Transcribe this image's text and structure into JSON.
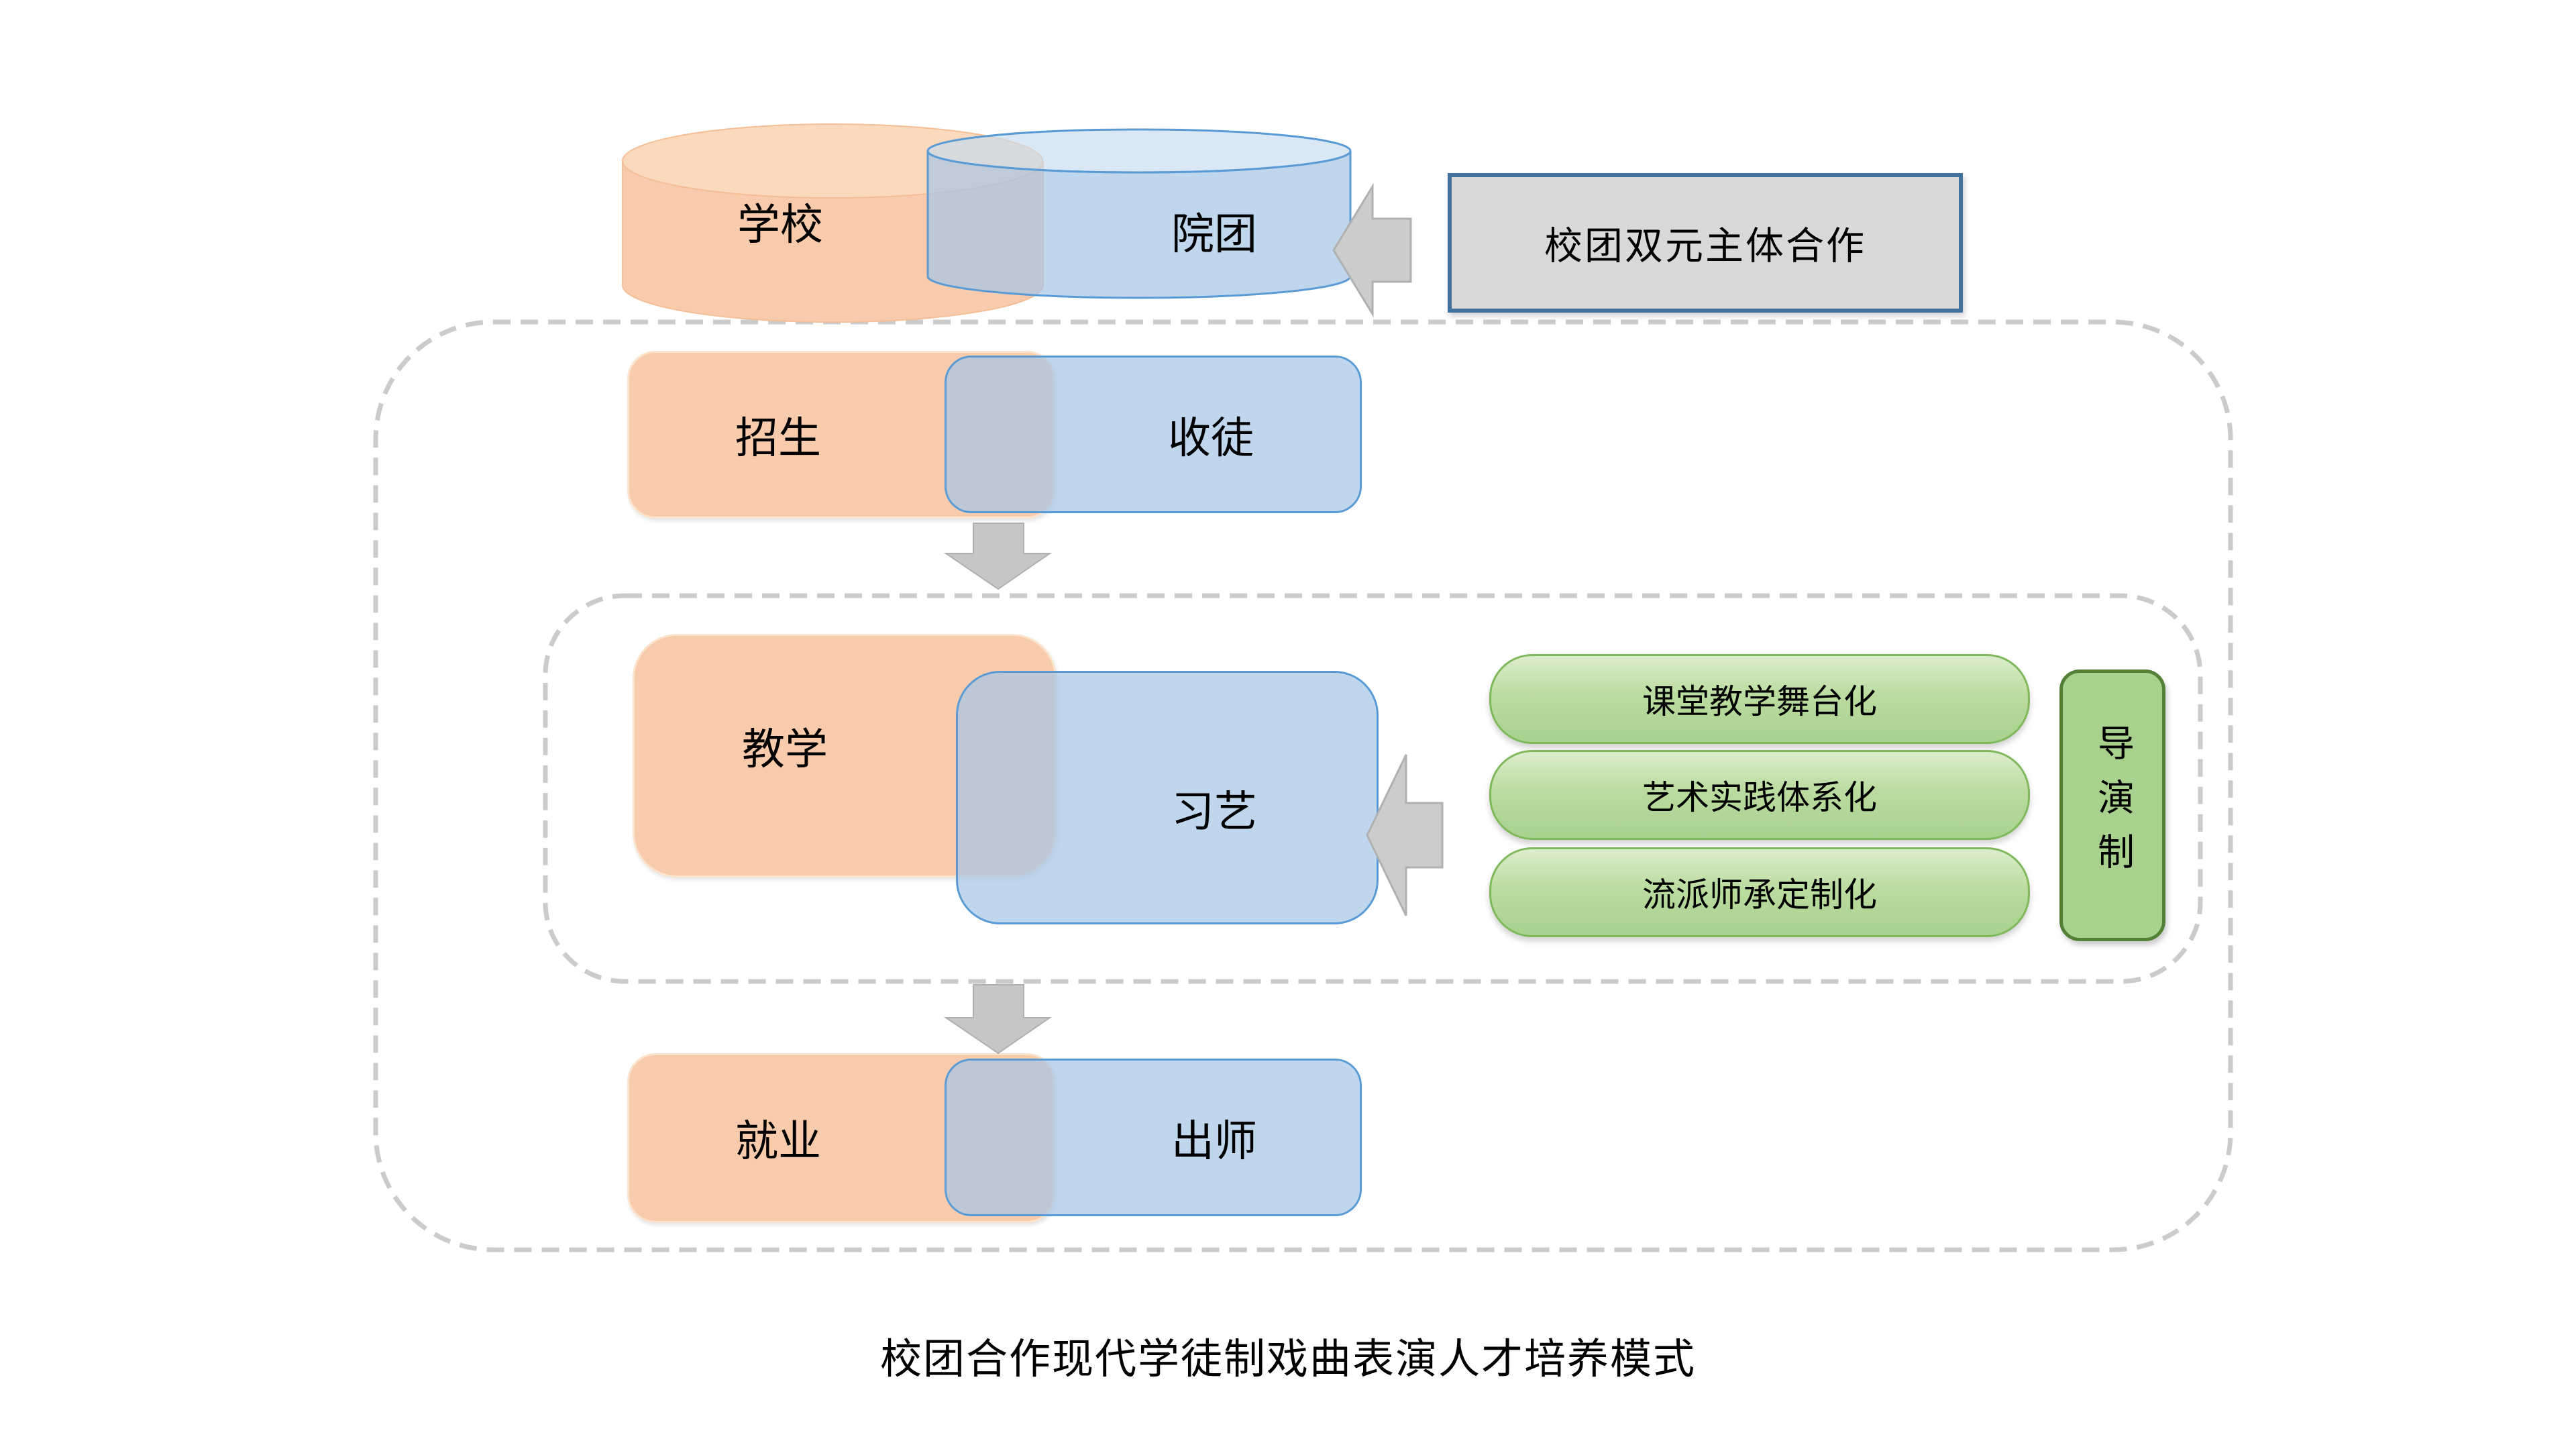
{
  "diagram": {
    "caption": "校团合作现代学徒制戏曲表演人才培养模式",
    "cylinders": {
      "school": "学校",
      "troupe": "院团"
    },
    "cooperation_label": "校团双元主体合作",
    "rows": {
      "recruit": {
        "school": "招生",
        "troupe": "收徒"
      },
      "teach": {
        "school": "教学",
        "troupe": "习艺"
      },
      "employ": {
        "school": "就业",
        "troupe": "出师"
      }
    },
    "teach_features": [
      "课堂教学舞台化",
      "艺术实践体系化",
      "流派师承定制化"
    ],
    "director_system": "导演制",
    "colors": {
      "school_orange": "#F8CBAD",
      "troupe_blue_fill": "rgba(165,197,230,0.70)",
      "troupe_blue_border": "#5B9BD5",
      "feature_green_fill": "#A9D18E",
      "feature_green_border": "#7FB95C",
      "director_green_border": "#538135",
      "cooperation_gray_fill": "#D9D9D9",
      "cooperation_border": "#41719C",
      "arrow_gray": "#CCCCCC",
      "dashed_frame_gray": "#CBCBCB"
    }
  }
}
